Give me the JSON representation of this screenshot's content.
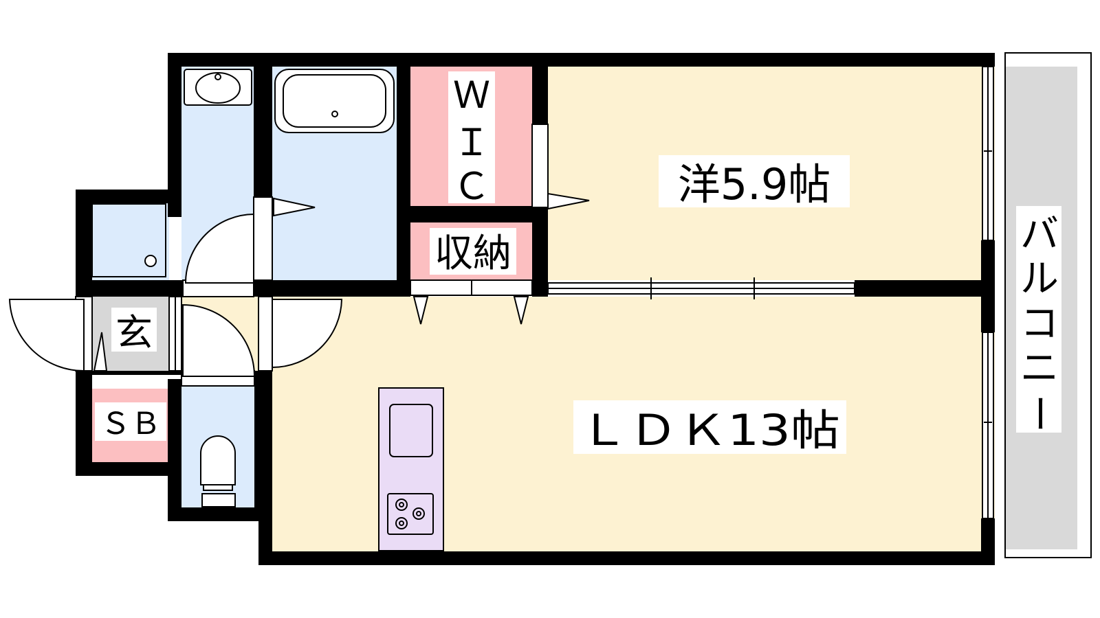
{
  "rooms": {
    "western": {
      "name": "洋5.9帖",
      "color": "#fdf2d2"
    },
    "ldk": {
      "name": "ＬＤＫ13帖",
      "color": "#fdf2d2"
    },
    "wic": {
      "letters": [
        "Ｗ",
        "Ｉ",
        "Ｃ"
      ],
      "color": "#fcbfc1"
    },
    "storage": {
      "name": "収納",
      "color": "#fcbfc1"
    },
    "entrance": {
      "name": "玄",
      "color": "#d7d7d7"
    },
    "shoebox": {
      "name": "ＳＢ",
      "color": "#fcbfc1"
    },
    "balcony": {
      "letters": [
        "バ",
        "ル",
        "コ",
        "ニ",
        "ー"
      ],
      "color": "#d9d9d9"
    }
  },
  "colors": {
    "wall": "#000000",
    "wet_area": "#dcebfc",
    "kitchen": "#eadcf6"
  }
}
